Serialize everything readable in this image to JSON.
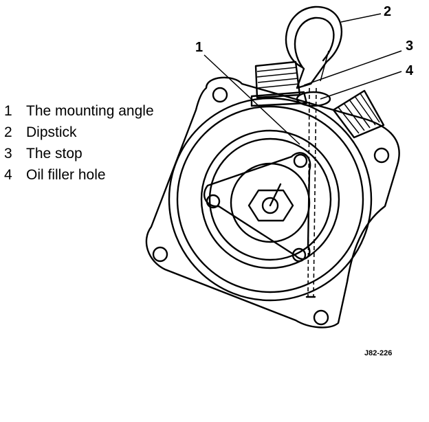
{
  "legend": [
    {
      "num": "1",
      "text": "The mounting angle"
    },
    {
      "num": "2",
      "text": "Dipstick"
    },
    {
      "num": "3",
      "text": "The stop"
    },
    {
      "num": "4",
      "text": "Oil filler hole"
    }
  ],
  "callouts": {
    "c1": "1",
    "c2": "2",
    "c3": "3",
    "c4": "4"
  },
  "figure_code": "J82-226"
}
